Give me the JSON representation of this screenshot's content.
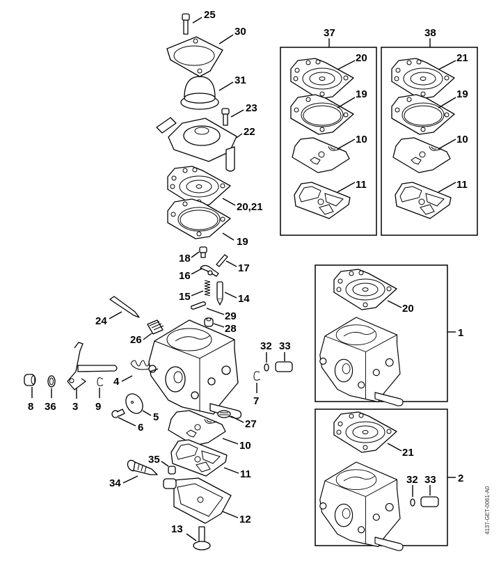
{
  "diagram": {
    "type": "exploded-parts-diagram",
    "subject": "carburetor",
    "drawing_code": "4137-GET-0061-A0",
    "parts": [
      {
        "ref": "1",
        "group": "assembly-box-1"
      },
      {
        "ref": "2",
        "group": "assembly-box-2"
      },
      {
        "ref": "3"
      },
      {
        "ref": "4"
      },
      {
        "ref": "5"
      },
      {
        "ref": "6"
      },
      {
        "ref": "7"
      },
      {
        "ref": "8"
      },
      {
        "ref": "9"
      },
      {
        "ref": "10"
      },
      {
        "ref": "11"
      },
      {
        "ref": "12"
      },
      {
        "ref": "13"
      },
      {
        "ref": "14"
      },
      {
        "ref": "15"
      },
      {
        "ref": "16"
      },
      {
        "ref": "17"
      },
      {
        "ref": "18"
      },
      {
        "ref": "19"
      },
      {
        "ref": "20,21"
      },
      {
        "ref": "22"
      },
      {
        "ref": "23"
      },
      {
        "ref": "24"
      },
      {
        "ref": "25"
      },
      {
        "ref": "26"
      },
      {
        "ref": "27"
      },
      {
        "ref": "28"
      },
      {
        "ref": "29"
      },
      {
        "ref": "30"
      },
      {
        "ref": "31"
      },
      {
        "ref": "32"
      },
      {
        "ref": "33"
      },
      {
        "ref": "34"
      },
      {
        "ref": "35"
      },
      {
        "ref": "36"
      },
      {
        "ref": "37",
        "group": "gasket-kit-37"
      },
      {
        "ref": "38",
        "group": "gasket-kit-38"
      }
    ],
    "labels": {
      "l25": "25",
      "l30": "30",
      "l31": "31",
      "l23": "23",
      "l22": "22",
      "l2021": "20,21",
      "l19": "19",
      "l18": "18",
      "l17": "17",
      "l16": "16",
      "l15": "15",
      "l14": "14",
      "l29": "29",
      "l28": "28",
      "l24": "24",
      "l26": "26",
      "l4": "4",
      "l8": "8",
      "l36": "36",
      "l3": "3",
      "l9": "9",
      "l5": "5",
      "l6": "6",
      "l32": "32",
      "l33": "33",
      "l7": "7",
      "l27": "27",
      "l10": "10",
      "l11": "11",
      "l35": "35",
      "l34": "34",
      "l12": "12",
      "l13": "13"
    },
    "kit37": {
      "title": "37",
      "items": [
        "20",
        "19",
        "10",
        "11"
      ]
    },
    "kit38": {
      "title": "38",
      "items": [
        "21",
        "19",
        "10",
        "11"
      ]
    },
    "box1": {
      "ref": "1",
      "items": [
        "20"
      ]
    },
    "box2": {
      "ref": "2",
      "items": [
        "21",
        "32",
        "33"
      ]
    }
  }
}
